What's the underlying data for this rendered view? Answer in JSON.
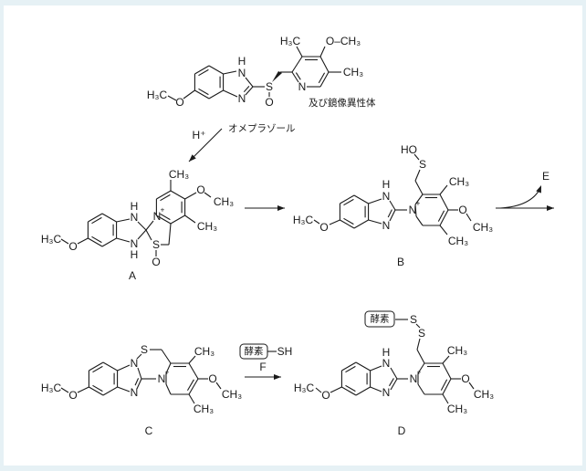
{
  "omeprazole": {
    "h3c": "H₃C",
    "o_methoxy": "O",
    "n1": "N",
    "h1": "H",
    "n3": "N",
    "s": "S",
    "o_sulfinyl": "O",
    "n_pyridine": "N",
    "h3c_top": "H₃C",
    "och3": "O–CH₃",
    "ch3_right": "CH₃",
    "enantiomer_note": "及び鏡像異性体",
    "name": "オメプラゾール"
  },
  "acid_reagent": "H⁺",
  "A": {
    "label": "A",
    "h3c": "H₃C",
    "o": "O",
    "n_top": "N",
    "h_top": "H",
    "n_bottom": "N",
    "h_bottom": "H",
    "n_plus": "N",
    "plus": "+",
    "s": "S",
    "o_s": "O",
    "ch3_top": "CH₃",
    "o_ring": "O",
    "ch3_o": "CH₃",
    "ch3_side": "CH₃"
  },
  "B": {
    "label": "B",
    "h3c": "H₃C",
    "o": "O",
    "n_top": "N",
    "h_top": "H",
    "n_bottom": "N",
    "n_plus": "N",
    "plus": "+",
    "s": "S",
    "ho": "HO",
    "ch3_top": "CH₃",
    "o_ring": "O",
    "ch3_o": "CH₃",
    "ch3_bottom": "CH₃"
  },
  "E": "E",
  "C": {
    "label": "C",
    "h3c": "H₃C",
    "o": "O",
    "n_top": "N",
    "s": "S",
    "n_bottom": "N",
    "n_plus": "N",
    "plus": "+",
    "ch3_top": "CH₃",
    "o_ring": "O",
    "ch3_o": "CH₃",
    "ch3_bottom": "CH₃"
  },
  "F": {
    "label": "F",
    "enzyme": "酵素",
    "sh": "SH"
  },
  "D": {
    "label": "D",
    "h3c": "H₃C",
    "o": "O",
    "n_top": "N",
    "h_top": "H",
    "n_bottom": "N",
    "n_plus": "N",
    "plus": "+",
    "s1": "S",
    "s2": "S",
    "enzyme": "酵素",
    "ch3_top": "CH₃",
    "o_ring": "O",
    "ch3_o": "CH₃",
    "ch3_bottom": "CH₃"
  },
  "colors": {
    "background": "#e6f1f5",
    "panel": "#ffffff",
    "ink": "#1a1a1a"
  }
}
